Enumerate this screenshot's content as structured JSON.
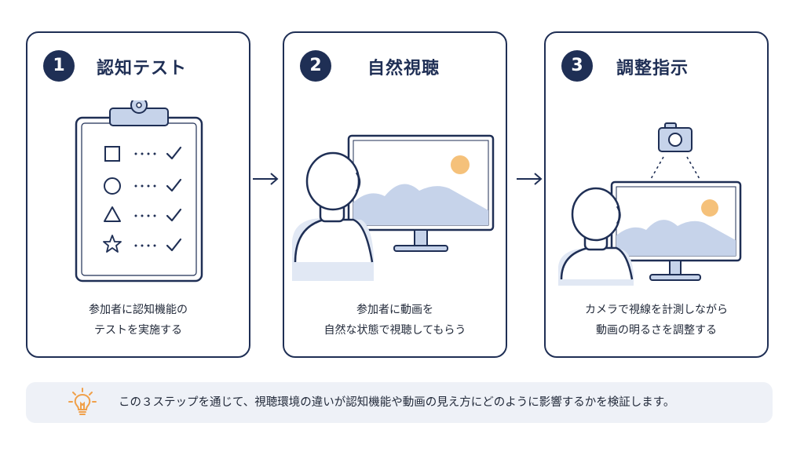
{
  "steps": [
    {
      "number": "1",
      "title": "認知テスト",
      "description_lines": [
        "参加者に認知機能の",
        "テストを実施する"
      ]
    },
    {
      "number": "2",
      "title": "自然視聴",
      "description_lines": [
        "参加者に動画を",
        "自然な状態で視聴してもらう"
      ]
    },
    {
      "number": "3",
      "title": "調整指示",
      "description_lines": [
        "カメラで視線を計測しながら",
        "動画の明るさを調整する"
      ]
    }
  ],
  "footer": {
    "text": "この３ステップを通じて、視聴環境の違いが認知機能や動画の見え方にどのように影響するかを検証します。"
  },
  "colors": {
    "navy": "#1f2f55",
    "light_blue": "#c6d3ea",
    "sun": "#f5c17a",
    "bulb": "#f0a04a",
    "footer_bg": "#eef1f7"
  },
  "icons": [
    "square-icon",
    "circle-icon",
    "triangle-icon",
    "star-icon",
    "check-icon",
    "camera-icon",
    "lightbulb-icon",
    "arrow-right-icon"
  ]
}
